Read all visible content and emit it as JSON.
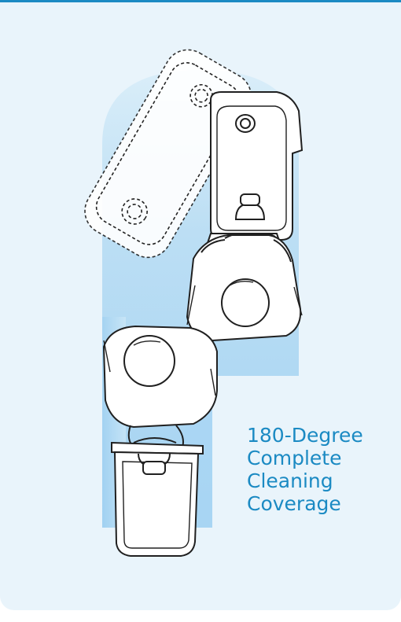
{
  "caption": {
    "lines": [
      "180-Degree",
      "Complete",
      "Cleaning",
      "Coverage"
    ]
  },
  "colors": {
    "accent": "#1b8ac3",
    "card_background": "#e9f4fb",
    "path_light": "#d4ebf8",
    "path_mid": "#b9def4",
    "path_dark": "#8fc9ef",
    "stroke": "#202020",
    "fill": "#ffffff"
  },
  "icons": {
    "start_position": "floor-scrubber-dashed-outline",
    "middle_position": "operator-with-floor-scrubber",
    "end_position": "operator-with-floor-scrubber"
  }
}
